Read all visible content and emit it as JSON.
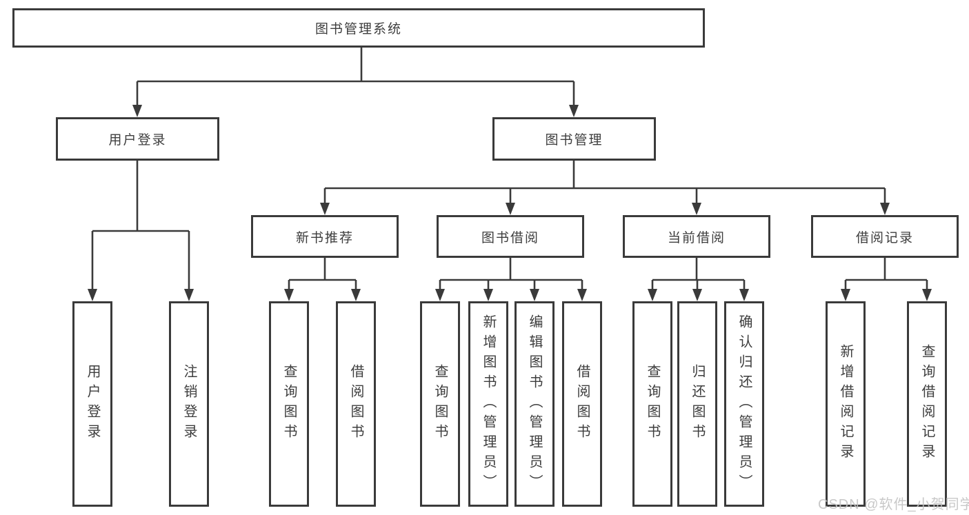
{
  "diagram": {
    "root": {
      "label": "图书管理系统"
    },
    "level2": [
      {
        "label": "用户登录",
        "children": [
          "用户登录",
          "注销登录"
        ]
      },
      {
        "label": "图书管理",
        "categories": [
          {
            "label": "新书推荐",
            "children": [
              "查询图书",
              "借阅图书"
            ]
          },
          {
            "label": "图书借阅",
            "children": [
              "查询图书",
              "新增图书（管理员）",
              "编辑图书（管理员）",
              "借阅图书"
            ]
          },
          {
            "label": "当前借阅",
            "children": [
              "查询图书",
              "归还图书",
              "确认归还（管理员）"
            ]
          },
          {
            "label": "借阅记录",
            "children": [
              "新增借阅记录",
              "查询借阅记录"
            ]
          }
        ]
      }
    ]
  },
  "watermark": {
    "text": "CSDN @软件_小贺同学"
  },
  "colors": {
    "line": "#3a3a3a",
    "box_border": "#3a3a3a",
    "text": "#3d3d3d",
    "background": "#ffffff",
    "watermark": "#c3c3c3"
  }
}
